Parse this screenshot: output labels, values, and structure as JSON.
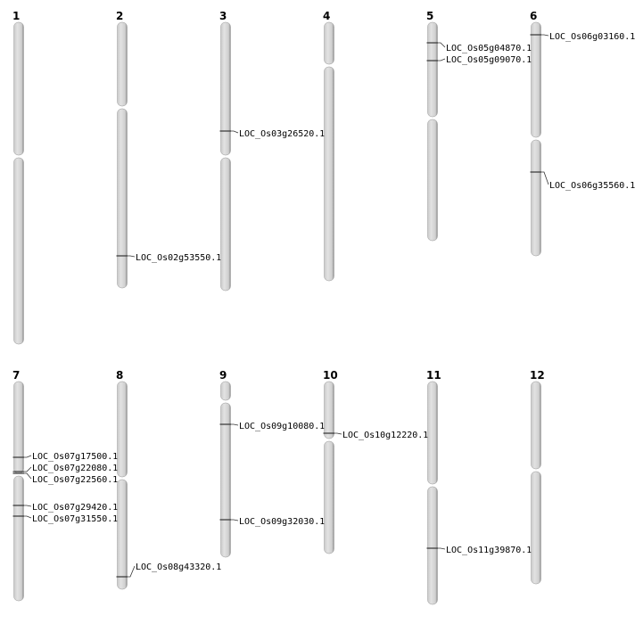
{
  "colors": {
    "chromosome_fill": "#d4d4d4",
    "chromosome_edge": "#8a8a8a",
    "marker": "#333333"
  },
  "chromosomes": [
    {
      "id": "1",
      "genes": []
    },
    {
      "id": "2",
      "genes": [
        "LOC_Os02g53550.1"
      ]
    },
    {
      "id": "3",
      "genes": [
        "LOC_Os03g26520.1"
      ]
    },
    {
      "id": "4",
      "genes": []
    },
    {
      "id": "5",
      "genes": [
        "LOC_Os05g04870.1",
        "LOC_Os05g09070.1"
      ]
    },
    {
      "id": "6",
      "genes": [
        "LOC_Os06g03160.1",
        "LOC_Os06g35560.1"
      ]
    },
    {
      "id": "7",
      "genes": [
        "LOC_Os07g17500.1",
        "LOC_Os07g22080.1",
        "LOC_Os07g22560.1",
        "LOC_Os07g29420.1",
        "LOC_Os07g31550.1"
      ]
    },
    {
      "id": "8",
      "genes": [
        "LOC_Os08g43320.1"
      ]
    },
    {
      "id": "9",
      "genes": [
        "LOC_Os09g10080.1",
        "LOC_Os09g32030.1"
      ]
    },
    {
      "id": "10",
      "genes": [
        "LOC_Os10g12220.1"
      ]
    },
    {
      "id": "11",
      "genes": [
        "LOC_Os11g39870.1"
      ]
    },
    {
      "id": "12",
      "genes": []
    }
  ]
}
